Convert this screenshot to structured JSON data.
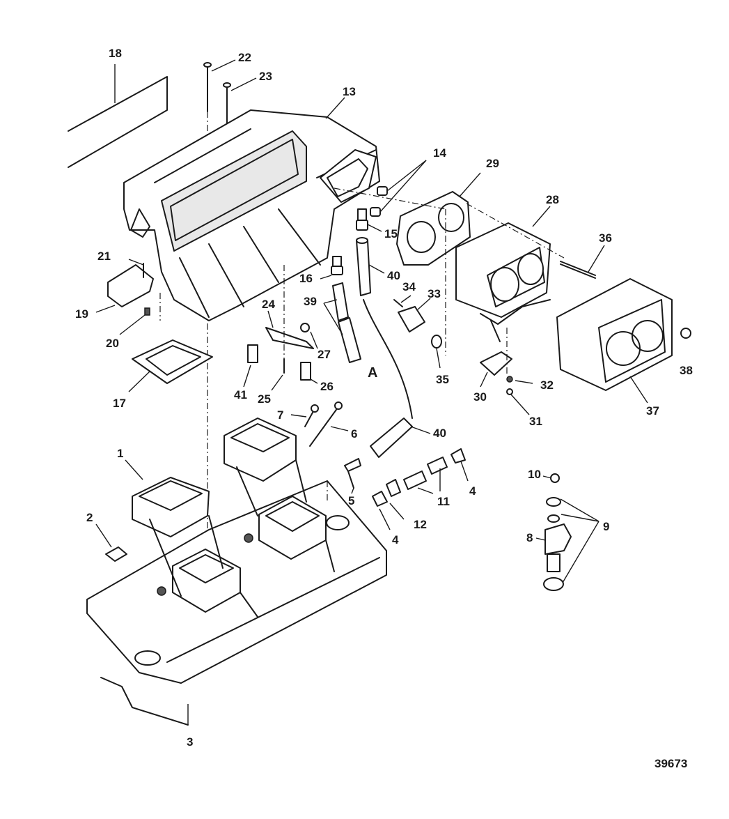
{
  "diagram": {
    "section_marker": "A",
    "figure_number": "39673",
    "callouts": [
      "1",
      "2",
      "3",
      "4",
      "5",
      "6",
      "7",
      "8",
      "9",
      "10",
      "11",
      "12",
      "13",
      "14",
      "15",
      "16",
      "17",
      "18",
      "19",
      "20",
      "21",
      "22",
      "23",
      "24",
      "25",
      "26",
      "27",
      "28",
      "29",
      "30",
      "31",
      "32",
      "33",
      "34",
      "35",
      "36",
      "37",
      "38",
      "39",
      "40",
      "41"
    ],
    "extra_callouts": [
      "4",
      "40"
    ]
  }
}
